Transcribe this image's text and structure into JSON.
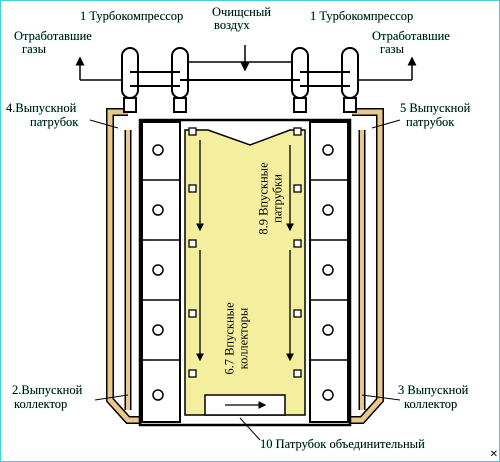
{
  "labels": {
    "turbo_left": "1 Турбокомпрессор",
    "turbo_right": "1 Турбокомпрессор",
    "clean_air_1": "Очищсный",
    "clean_air_2": "воздух",
    "exhaust_left_1": "Отработавшие",
    "exhaust_left_2": "газы",
    "exhaust_right_1": "Отработавшие",
    "exhaust_right_2": "газы",
    "outlet_4_1": "4.Выпускной",
    "outlet_4_2": "патрубок",
    "outlet_5_1": "5 Выпускной",
    "outlet_5_2": "патрубок",
    "inlet_89_1": "8.9 Впускные",
    "inlet_89_2": "патрубки",
    "intake_67_1": "6.7 Впускные",
    "intake_67_2": "коллекторы",
    "manifold_2_1": "2.Выпускной",
    "manifold_2_2": "коллектор",
    "manifold_3_1": "3 Выпускной",
    "manifold_3_2": "коллектор",
    "connector_10": "10 Патрубок объединительный",
    "corner_mark": "✕"
  },
  "colors": {
    "cyan_frame": "#3fd3d6",
    "yellow_fill": "#f4ef9e",
    "orange_tube": "#e9c98a",
    "black": "#000000"
  }
}
